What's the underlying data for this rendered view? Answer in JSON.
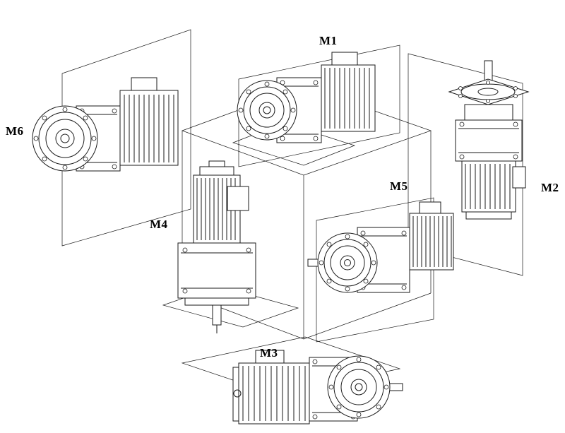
{
  "diagram": {
    "type": "gearmotor-mounting-positions",
    "background": "#ffffff",
    "line_color": "#1a1a1a",
    "labels": {
      "m1": "M1",
      "m2": "M2",
      "m3": "M3",
      "m4": "M4",
      "m5": "M5",
      "m6": "M6"
    }
  }
}
